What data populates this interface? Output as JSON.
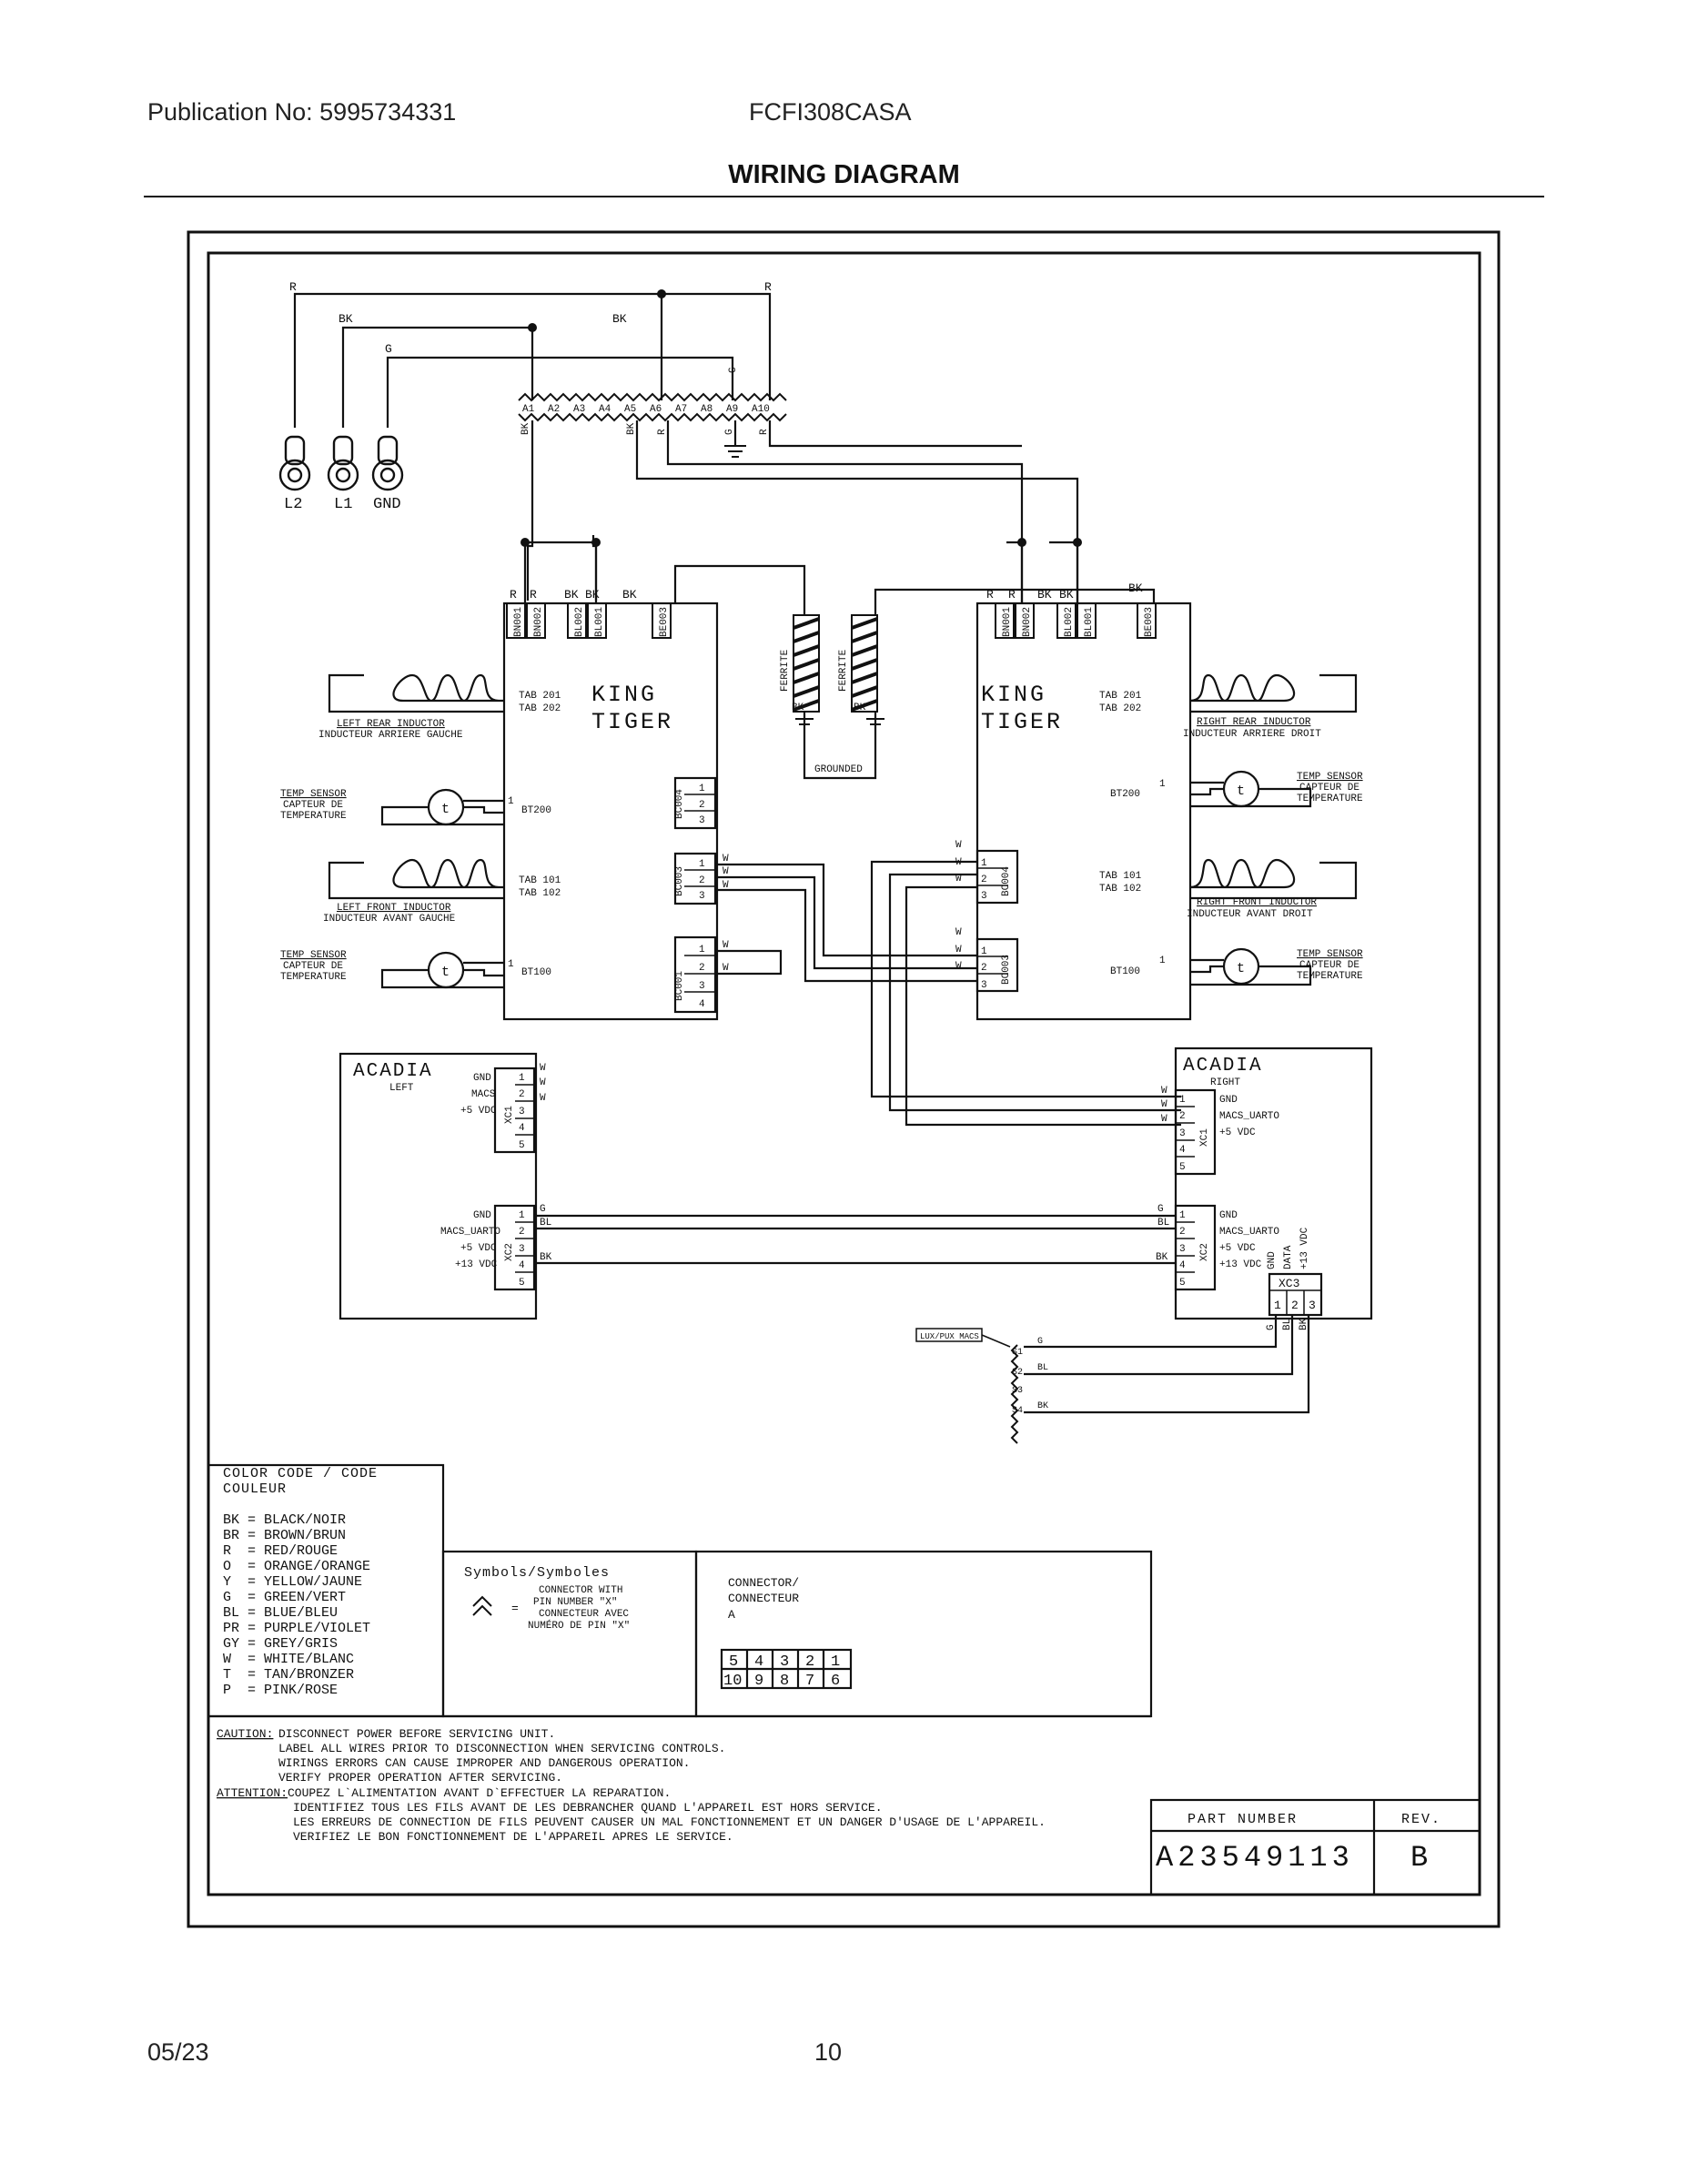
{
  "header": {
    "publication": "Publication No: 5995734331",
    "model": "FCFI308CASA",
    "title": "WIRING DIAGRAM"
  },
  "footer": {
    "date": "05/23",
    "page": "10"
  },
  "terminals": [
    "L2",
    "L1",
    "GND"
  ],
  "top_wires": {
    "r": "R",
    "bk": "BK",
    "g": "G"
  },
  "terminal_block": {
    "pins": [
      "A1",
      "A2",
      "A3",
      "A4",
      "A5",
      "A6",
      "A7",
      "A8",
      "A9",
      "A10"
    ],
    "below": [
      "BK",
      "BK",
      "R",
      "G",
      "R"
    ]
  },
  "ferrite": {
    "label": "FERRITE",
    "bk": "BK",
    "grounded": "GROUNDED"
  },
  "left_board": {
    "name_line1": "KING",
    "name_line2": "TIGER",
    "top_wire_colors": [
      "R",
      "R",
      "BK",
      "BK",
      "BK"
    ],
    "top_connectors": [
      "BN001",
      "BN002",
      "BL002",
      "BL001",
      "BE003"
    ],
    "tab_rear": [
      "TAB 201",
      "TAB 202"
    ],
    "tab_front": [
      "TAB 101",
      "TAB 102"
    ],
    "rear_inductor": [
      "LEFT REAR INDUCTOR",
      "INDUCTEUR ARRIERE GAUCHE"
    ],
    "front_inductor": [
      "LEFT FRONT INDUCTOR",
      "INDUCTEUR AVANT GAUCHE"
    ],
    "temp_sensor": [
      "TEMP SENSOR",
      "CAPTEUR DE",
      "TEMPERATURE"
    ],
    "bt_top": "BT200",
    "bt_bottom": "BT100",
    "sensor_glyph": "t",
    "conns": [
      "BC004",
      "BC003",
      "BC001"
    ],
    "w": "W"
  },
  "right_board": {
    "name_line1": "KING",
    "name_line2": "TIGER",
    "top_wire_colors": [
      "R",
      "R",
      "BK",
      "BK",
      "BK"
    ],
    "top_connectors": [
      "BN001",
      "BN002",
      "BL002",
      "BL001",
      "BE003"
    ],
    "tab_rear": [
      "TAB 201",
      "TAB 202"
    ],
    "tab_front": [
      "TAB 101",
      "TAB 102"
    ],
    "rear_inductor": [
      "RIGHT REAR INDUCTOR",
      "INDUCTEUR ARRIERE DROIT"
    ],
    "front_inductor": [
      "RIGHT FRONT INDUCTOR",
      "INDUCTEUR AVANT DROIT"
    ],
    "temp_sensor": [
      "TEMP SENSOR",
      "CAPTEUR DE",
      "TEMPERATURE"
    ],
    "bt_top": "BT200",
    "bt_bottom": "BT100",
    "sensor_glyph": "t",
    "conns": [
      "BC004",
      "BC003"
    ],
    "w": "W"
  },
  "acadia_left": {
    "name": "ACADIA",
    "side": "LEFT",
    "xc1": "XC1",
    "xc1_labels": [
      "GND",
      "MACS",
      "+5 VDC"
    ],
    "xc1_wires": [
      "W",
      "W",
      "W"
    ],
    "xc2": "XC2",
    "xc2_labels": [
      "GND",
      "MACS_UARTO",
      "+5 VDC",
      "+13 VDC"
    ],
    "xc2_wires": [
      "G",
      "BL",
      "BK"
    ]
  },
  "acadia_right": {
    "name": "ACADIA",
    "side": "RIGHT",
    "xc1": "XC1",
    "xc1_labels": [
      "GND",
      "MACS_UARTO",
      "+5 VDC"
    ],
    "xc1_wires": [
      "W",
      "W",
      "W"
    ],
    "xc2": "XC2",
    "xc2_labels": [
      "GND",
      "MACS_UARTO",
      "+5 VDC",
      "+13 VDC"
    ],
    "xc2_wires": [
      "G",
      "BL",
      "BK"
    ],
    "xc3": "XC3",
    "xc3_labels": [
      "GND",
      "DATA",
      "+13 VDC"
    ],
    "xc3_pins": [
      "1",
      "2",
      "3"
    ],
    "xc3_wires": [
      "G",
      "BL",
      "BK"
    ]
  },
  "lux": {
    "label": "LUX/PUX MACS",
    "pins": [
      "S1",
      "S2",
      "S3",
      "S4"
    ],
    "wires": [
      "G",
      "BL",
      "BK"
    ]
  },
  "pin_numbers": [
    "1",
    "2",
    "3",
    "4",
    "5"
  ],
  "color_code": {
    "title": [
      "COLOR CODE / CODE",
      "COULEUR"
    ],
    "entries": [
      "BK = BLACK/NOIR",
      "BR = BROWN/BRUN",
      "R  = RED/ROUGE",
      "O  = ORANGE/ORANGE",
      "Y  = YELLOW/JAUNE",
      "G  = GREEN/VERT",
      "BL = BLUE/BLEU",
      "PR = PURPLE/VIOLET",
      "GY = GREY/GRIS",
      "W  = WHITE/BLANC",
      "T  = TAN/BRONZER",
      "P  = PINK/ROSE"
    ]
  },
  "symbols": {
    "title": "Symbols/Symboles",
    "eq": "=",
    "desc": [
      "CONNECTOR WITH",
      "PIN NUMBER \"X\"",
      "CONNECTEUR AVEC",
      "NUMÉRO DE PIN \"X\""
    ]
  },
  "connector": {
    "title": [
      "CONNECTOR/",
      "CONNECTEUR",
      "A"
    ],
    "top": [
      "5",
      "4",
      "3",
      "2",
      "1"
    ],
    "bottom": [
      "10",
      "9",
      "8",
      "7",
      "6"
    ]
  },
  "caution": {
    "head1": "CAUTION:",
    "line1": "DISCONNECT POWER BEFORE SERVICING UNIT.",
    "lines": [
      "LABEL ALL WIRES PRIOR TO DISCONNECTION WHEN SERVICING CONTROLS.",
      "WIRINGS ERRORS CAN CAUSE IMPROPER AND DANGEROUS OPERATION.",
      "VERIFY PROPER OPERATION AFTER SERVICING."
    ],
    "head2": "ATTENTION:",
    "line2": "COUPEZ L`ALIMENTATION AVANT D`EFFECTUER LA REPARATION.",
    "lines2": [
      "IDENTIFIEZ TOUS LES FILS AVANT DE LES DEBRANCHER QUAND L'APPAREIL EST HORS SERVICE.",
      "LES ERREURS DE CONNECTION DE FILS PEUVENT CAUSER UN MAL FONCTIONNEMENT ET UN DANGER D'USAGE DE L'APPAREIL.",
      "VERIFIEZ LE BON FONCTIONNEMENT DE L'APPAREIL APRES LE SERVICE."
    ]
  },
  "part": {
    "label": "PART NUMBER",
    "rev_label": "REV.",
    "number": "A23549113",
    "rev": "B"
  }
}
